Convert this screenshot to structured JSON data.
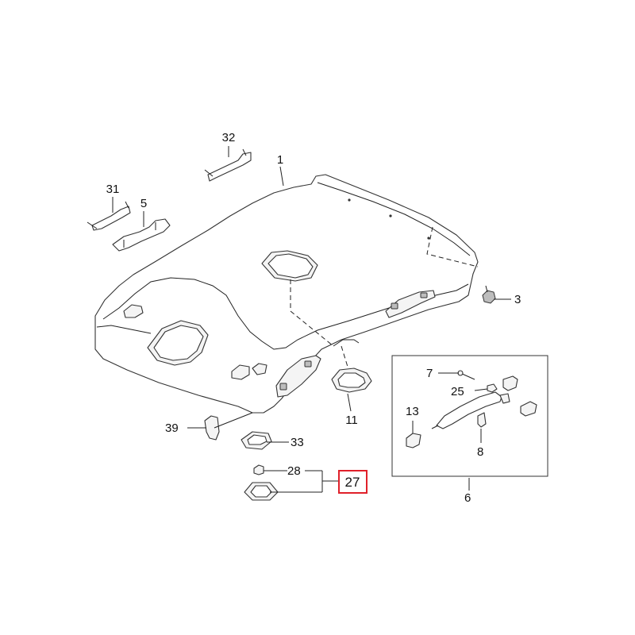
{
  "highlight_color": "#e0202a",
  "labels": {
    "p1": "1",
    "p3": "3",
    "p5": "5",
    "p6": "6",
    "p7": "7",
    "p8": "8",
    "p11": "11",
    "p13": "13",
    "p25": "25",
    "p27": "27",
    "p28": "28",
    "p31": "31",
    "p32": "32",
    "p33": "33",
    "p39": "39"
  }
}
